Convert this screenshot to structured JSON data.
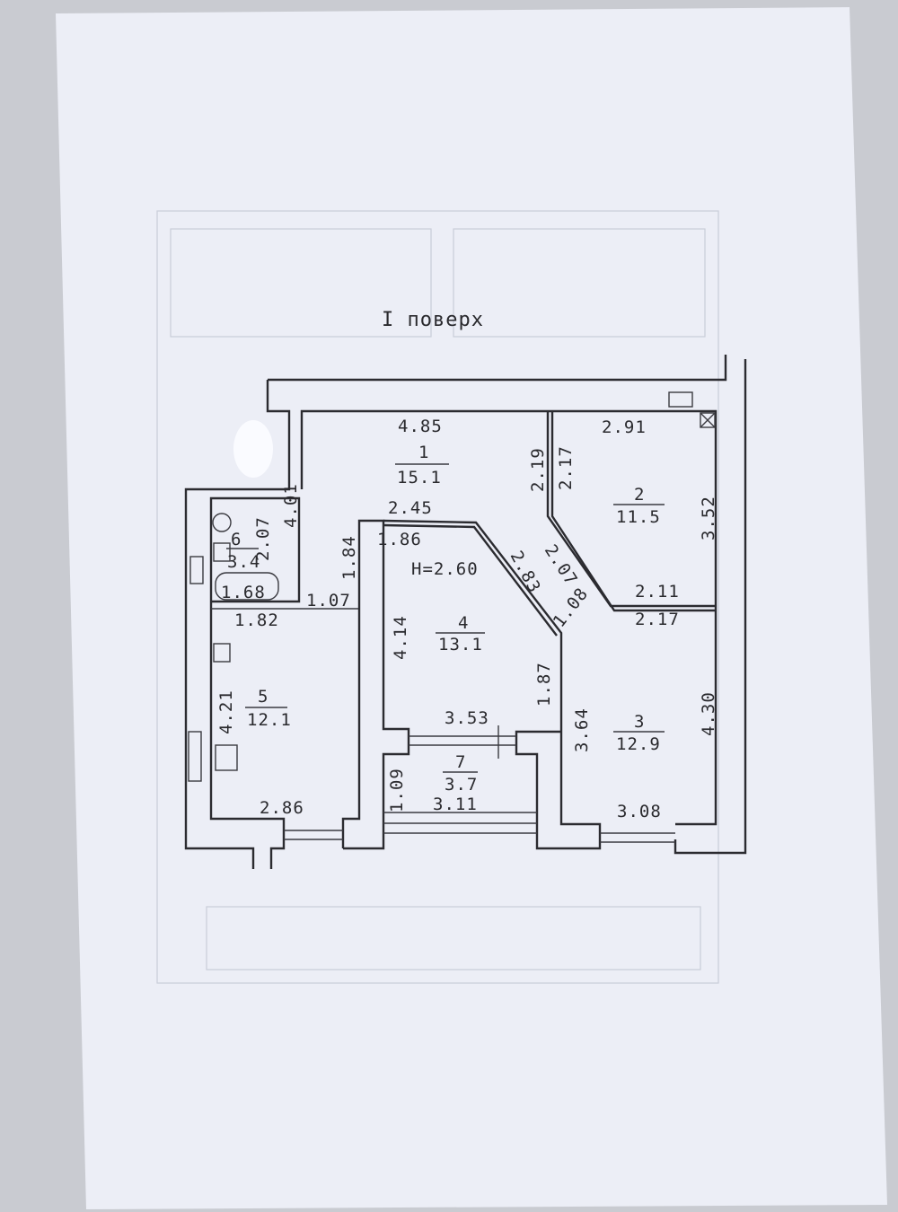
{
  "title": "I поверх",
  "ceiling_height": "H=2.60",
  "rooms": [
    {
      "number": "1",
      "area": "15.1"
    },
    {
      "number": "2",
      "area": "11.5"
    },
    {
      "number": "3",
      "area": "12.9"
    },
    {
      "number": "4",
      "area": "13.1"
    },
    {
      "number": "5",
      "area": "12.1"
    },
    {
      "number": "6",
      "area": "3.4"
    },
    {
      "number": "7",
      "area": "3.7"
    }
  ],
  "dimensions": {
    "r1_width": "4.85",
    "r1_height": "4.01",
    "r1_lower": "2.45",
    "r1_2_a": "2.19",
    "r1_2_b": "2.17",
    "r2_width": "2.91",
    "r2_height": "3.52",
    "r2_bottom": "2.11",
    "r2_diag": "2.07",
    "r3_top": "2.17",
    "r3_height": "4.30",
    "r3_left": "3.64",
    "r3_bottom": "3.08",
    "r3_diag": "1.08",
    "r4_top": "1.86",
    "r4_left": "4.14",
    "r4_diag": "2.83",
    "r4_right": "1.87",
    "r4_bottom": "3.53",
    "r5_top": "1.82",
    "r5_left": "4.21",
    "r5_bottom": "2.86",
    "r6_height": "2.07",
    "r6_bottom": "1.68",
    "corridor_h": "1.84",
    "corridor_w": "1.07",
    "r7_left": "1.09",
    "r7_bottom": "3.11"
  }
}
